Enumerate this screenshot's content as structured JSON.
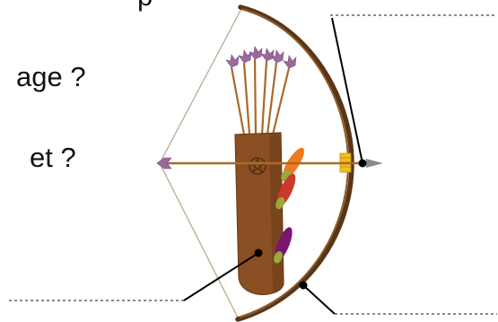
{
  "text": {
    "question_1": "age ?",
    "question_2": "et ?",
    "top_fragment": "p"
  },
  "colors": {
    "bow_wood": "#7a4a22",
    "bow_wood_dark": "#5a3515",
    "bowstring": "#b9ab8e",
    "arrow_shaft": "#a86a2c",
    "fletching": "#9b6a9a",
    "quiver": "#8a4f23",
    "quiver_dark": "#6e3d18",
    "grip_wrap": "#f0c020",
    "arrowhead": "#8a8a8a",
    "feather_orange": "#f07a1c",
    "feather_red": "#c93a2a",
    "feather_purple": "#7a1570",
    "feather_tip_green": "#9aa83a",
    "leader_line": "#000000",
    "answer_line": "#444444"
  },
  "icons": [
    "bow-icon",
    "arrow-icon",
    "quiver-icon",
    "feather-icon",
    "pentagram-icon"
  ]
}
